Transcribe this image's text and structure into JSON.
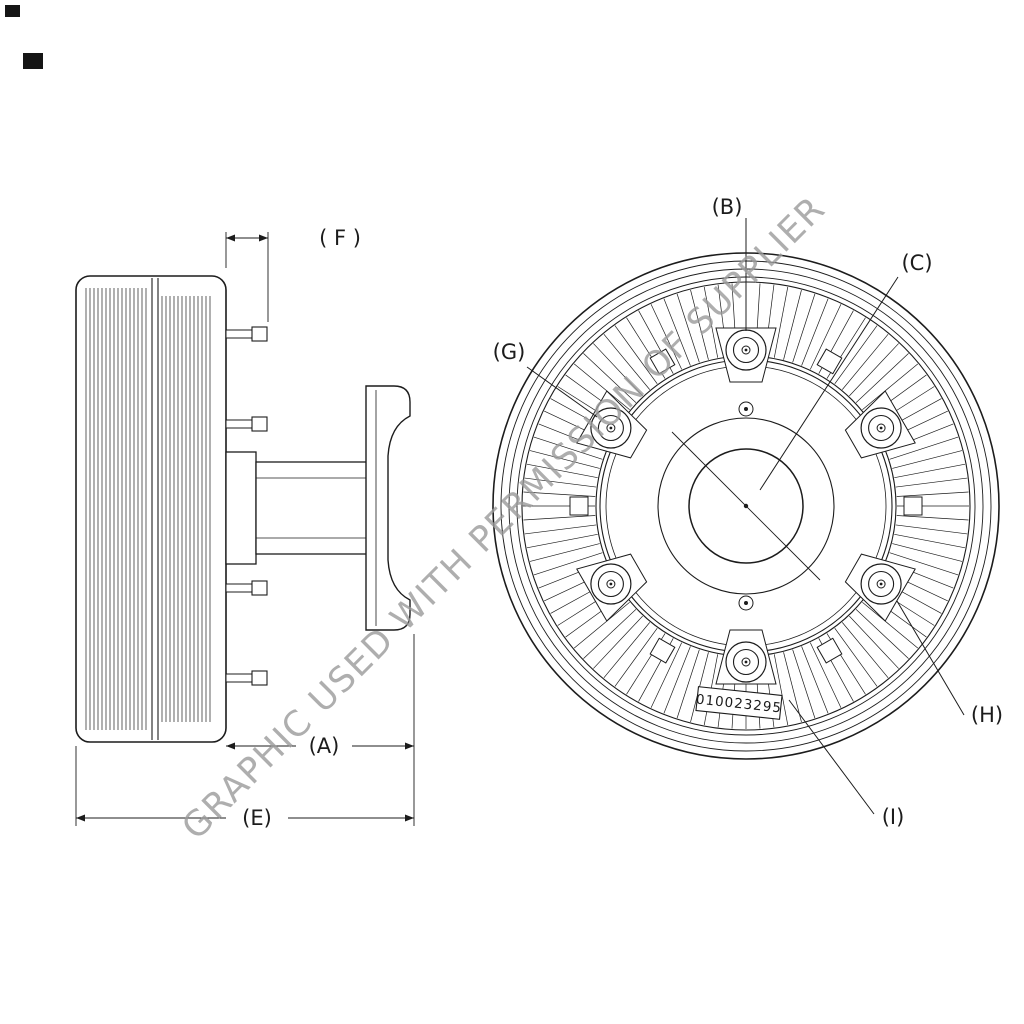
{
  "watermark": "GRAPHIC USED WITH PERMISSION OF SUPPLIER",
  "part_number": "010023295",
  "labels": {
    "F": "( F )",
    "A": "(A)",
    "E": "(E)",
    "B": "(B)",
    "C": "(C)",
    "G": "(G)",
    "H": "(H)",
    "I": "(I)"
  },
  "colors": {
    "line": "#1c1c1c",
    "watermark": "#9b9b9b",
    "background": "#ffffff"
  }
}
